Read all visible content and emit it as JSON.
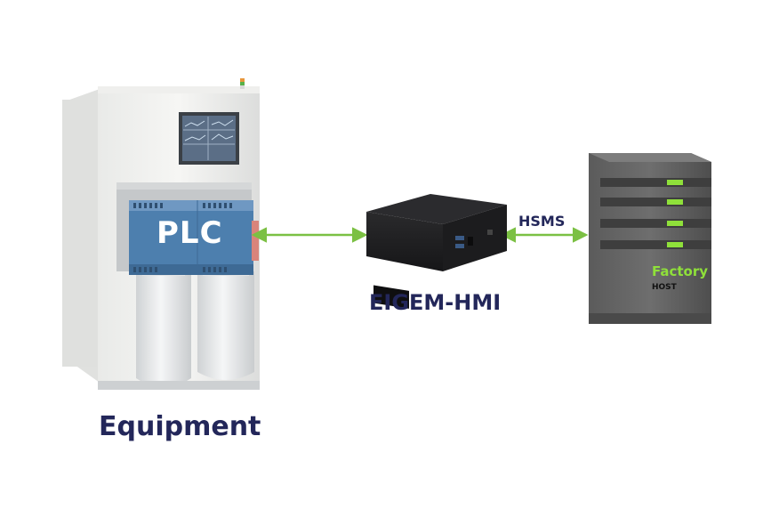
{
  "labels": {
    "equipment": "Equipment",
    "plc": "PLC",
    "hmi": "EIGEM-HMI",
    "protocol": "HSMS",
    "factory": "Factory",
    "host": "HOST"
  },
  "colors": {
    "label_navy": "#23275a",
    "arrow_green": "#7bc043",
    "server_light": "#8fe03a",
    "plc_blue": "#4d7fae"
  },
  "icons": {
    "equipment": "semiconductor-tool-icon",
    "hmi": "mini-pc-icon",
    "host": "server-tower-icon"
  }
}
